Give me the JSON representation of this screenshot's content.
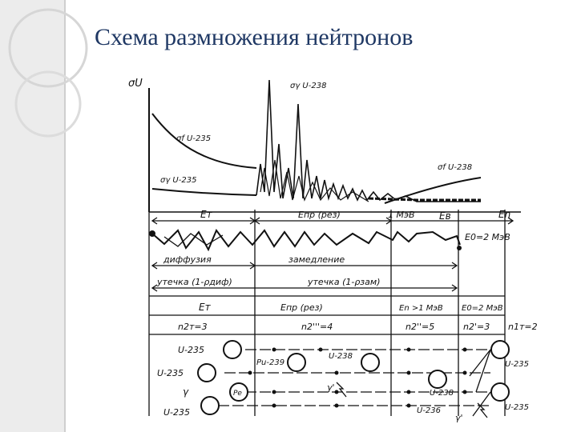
{
  "slide": {
    "title": "Схема размножения нейтронов"
  },
  "graph": {
    "y_axis_label": "σU",
    "labels": {
      "sigma_gamma_u238_top": "σγ U-238",
      "sigma_f_u235": "σf U-235",
      "sigma_gamma_u235": "σγ U-235",
      "sigma_f_u238": "σf U-238"
    },
    "colors": {
      "ink": "#111111",
      "title": "#1f3864"
    }
  },
  "energy_row": {
    "e_t": "Eт",
    "e_pr": "Eпр (рез)",
    "one_mev": "1 МэВ",
    "e_b": "Eв",
    "e_n": "En"
  },
  "process_row": {
    "e0": "E0=2 МэВ",
    "diffusion": "диффузия",
    "slowing": "замедление",
    "leak_diff": "утечка (1-ρдиф)",
    "leak_slow": "утечка (1-ρзам)"
  },
  "table": {
    "header": [
      "Eт",
      "Eпр (рез)",
      "En >1 МэВ",
      "E0=2 МэВ"
    ],
    "counts": [
      "n2т=3",
      "n2'''=4",
      "n2''=5",
      "n2'=3"
    ],
    "n1t": "n1т=2",
    "nuclei": {
      "u235_a": "U-235",
      "u235_b": "U-235",
      "gamma": "γ",
      "u235_c": "U-235",
      "pu239": "Pu-239",
      "u238_a": "U-238",
      "gamma2": "γ'",
      "u238_b": "U-238",
      "u236": "U-236",
      "u235_r1": "U-235",
      "u235_r2": "U-235",
      "pe": "Pe",
      "gamma3": "γ'"
    }
  }
}
